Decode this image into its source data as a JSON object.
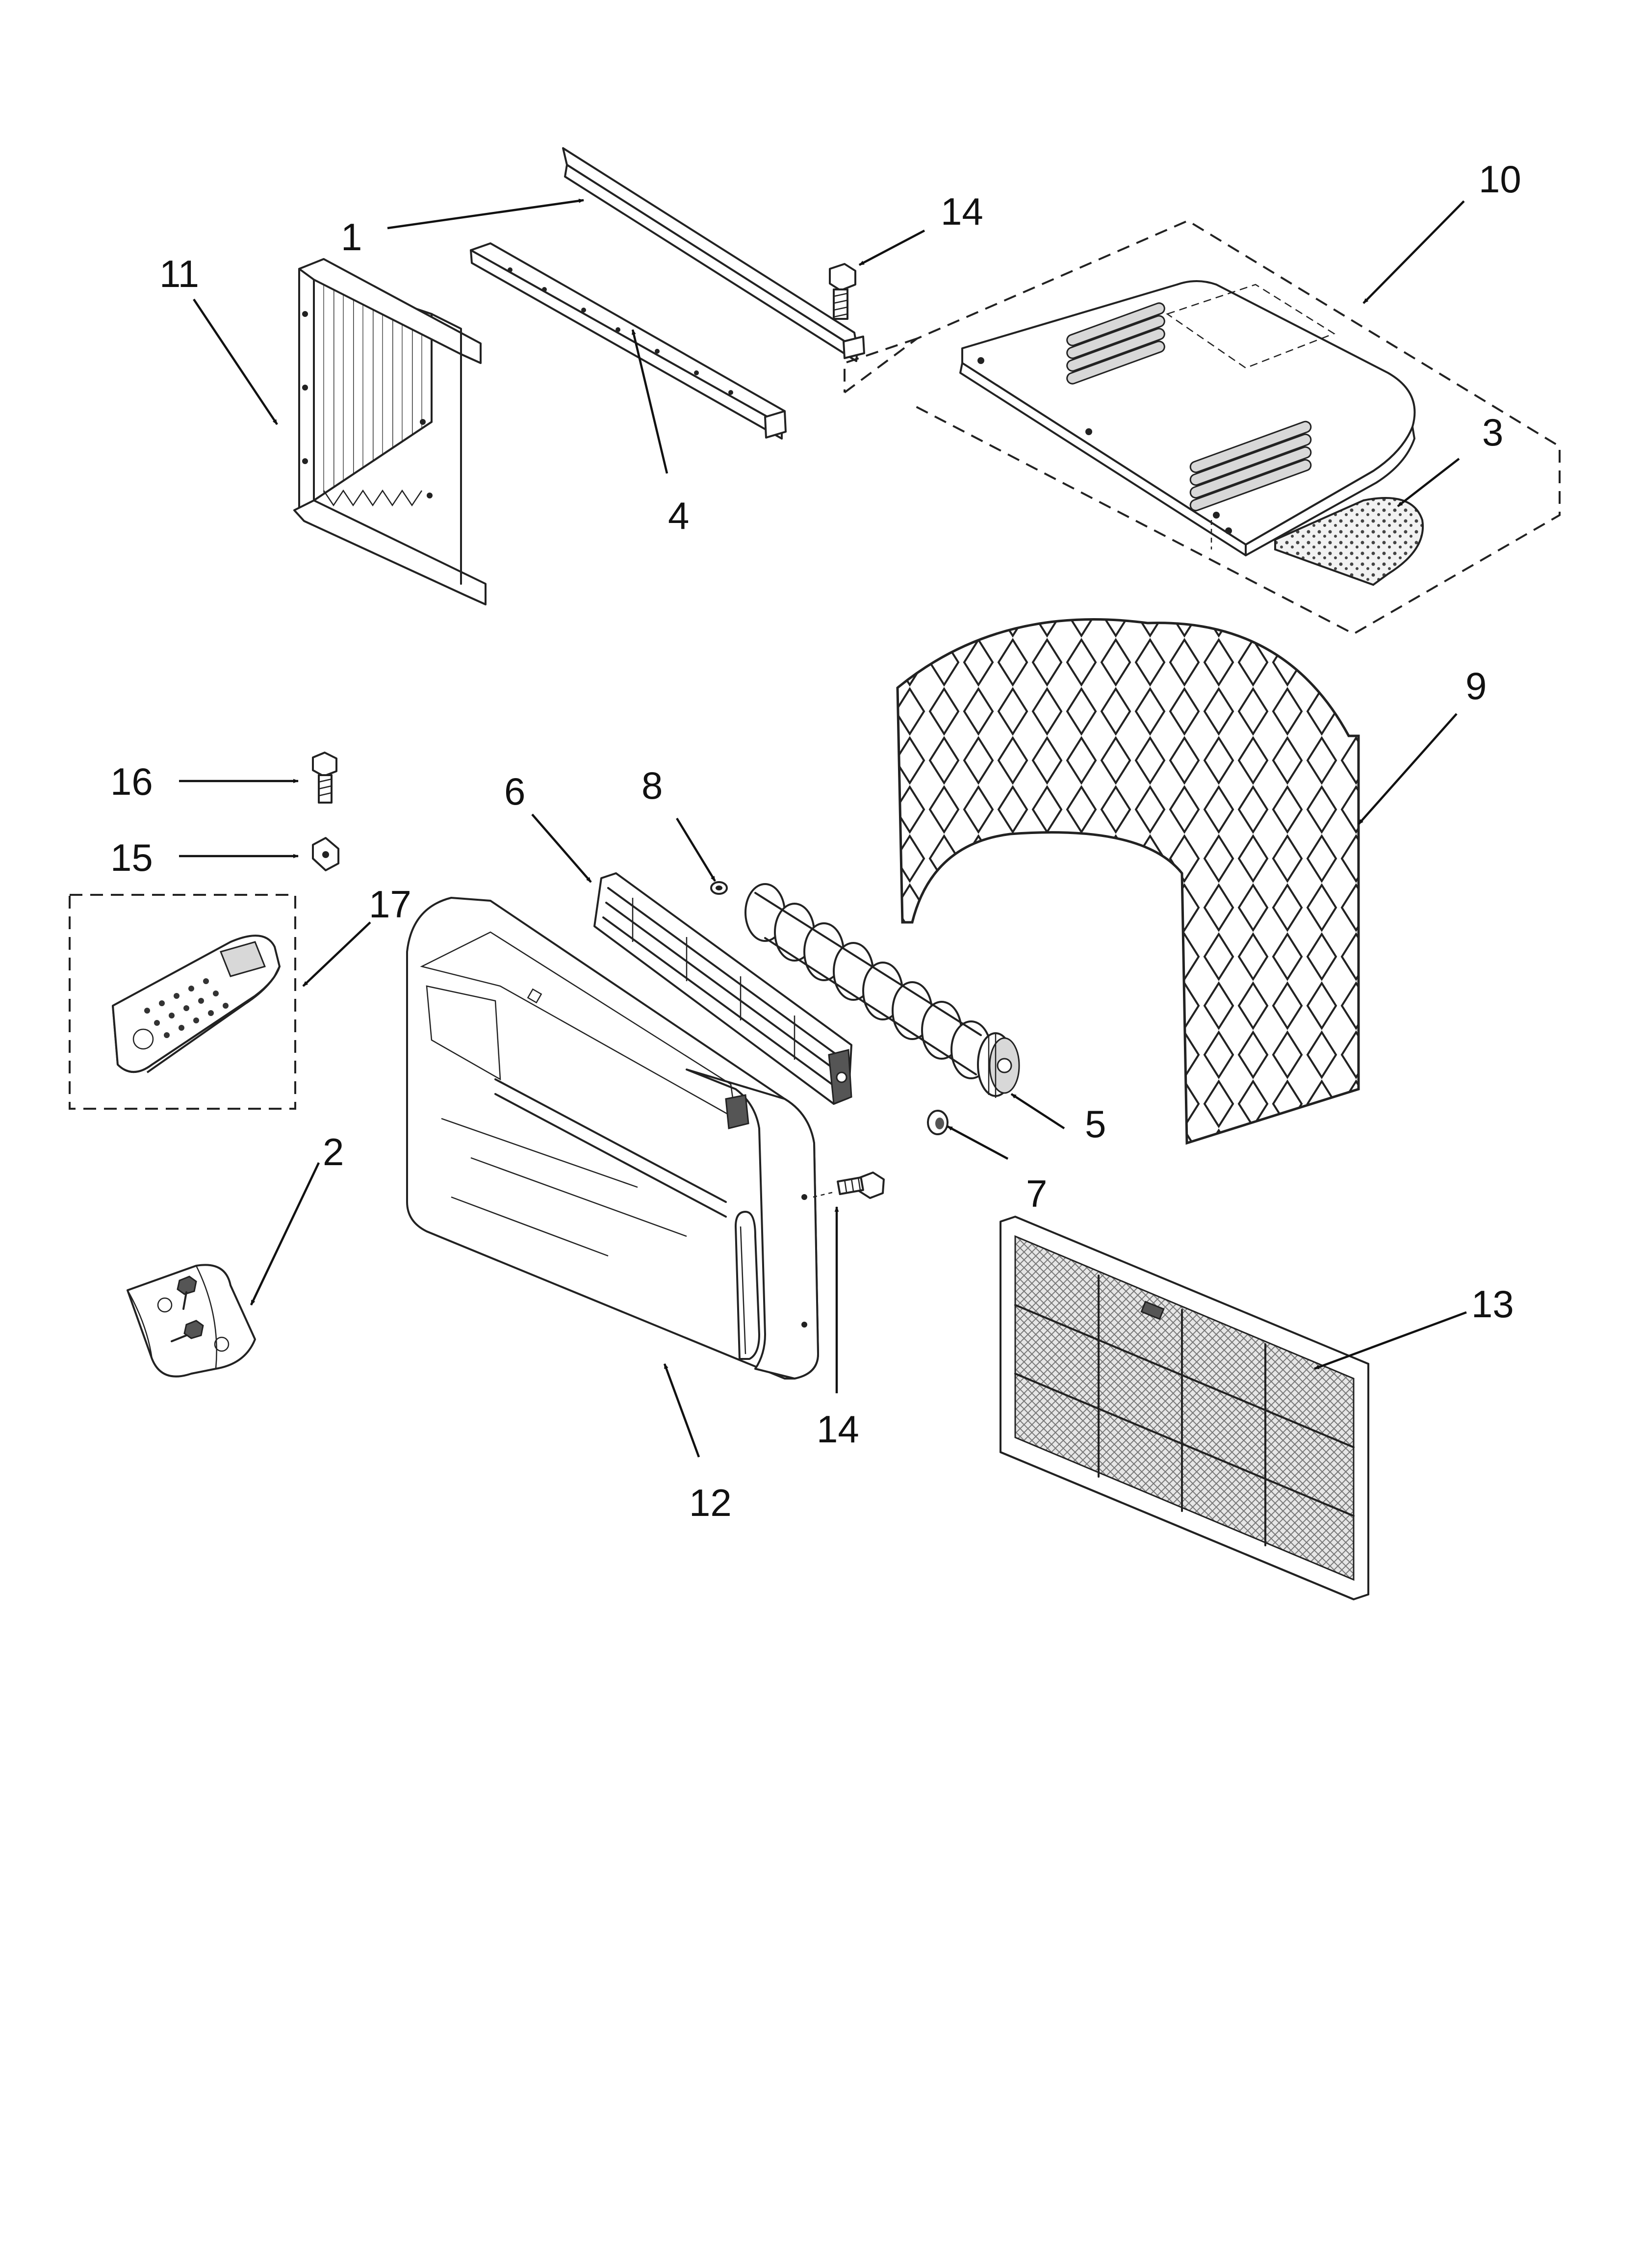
{
  "diagram": {
    "labels": {
      "p1": "1",
      "p2": "2",
      "p3": "3",
      "p4": "4",
      "p5": "5",
      "p6": "6",
      "p7": "7",
      "p8": "8",
      "p9": "9",
      "p10": "10",
      "p11": "11",
      "p12": "12",
      "p13": "13",
      "p14a": "14",
      "p14b": "14",
      "p15": "15",
      "p16": "16",
      "p17": "17"
    }
  }
}
